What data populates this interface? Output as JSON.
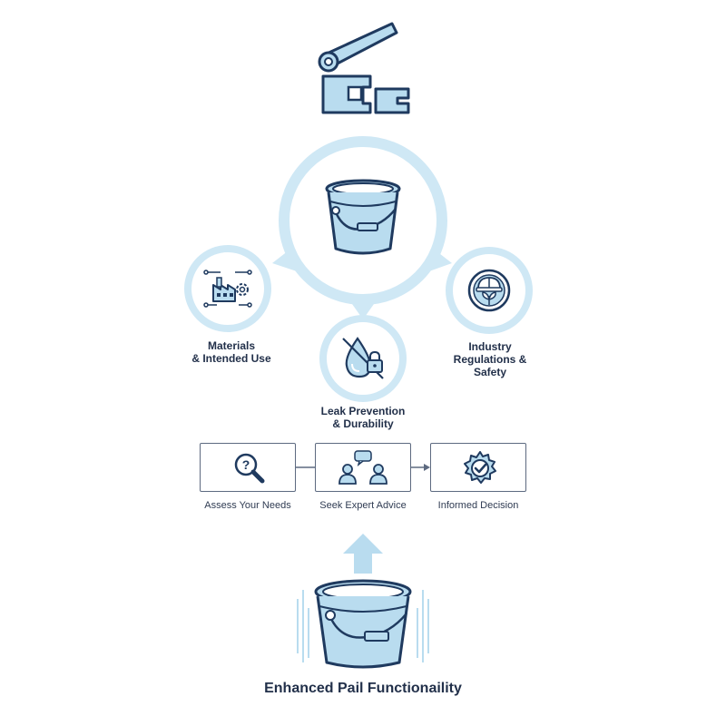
{
  "colors": {
    "outline": "#1f3a5f",
    "fill": "#b9dcef",
    "ring": "#cfe8f5",
    "text": "#22304a"
  },
  "factors": [
    {
      "id": "materials",
      "label_line1": "Materials",
      "label_line2": "& Intended Use",
      "icon": "factory-gear-icon"
    },
    {
      "id": "leak",
      "label_line1": "Leak Prevention",
      "label_line2": "& Durability",
      "icon": "crossed-drop-lock-icon"
    },
    {
      "id": "regulations",
      "label_line1": "Industry",
      "label_line2": "Regulations &",
      "label_line3": "Safety",
      "icon": "safety-helmet-leaf-badge-icon"
    }
  ],
  "process_steps": [
    {
      "label": "Assess Your Needs",
      "icon": "magnifier-question-icon"
    },
    {
      "label": "Seek Expert Advice",
      "icon": "people-chat-icon"
    },
    {
      "label": "Informed Decision",
      "icon": "gear-check-icon"
    }
  ],
  "footer_title": "Enhanced Pail Functionaility"
}
